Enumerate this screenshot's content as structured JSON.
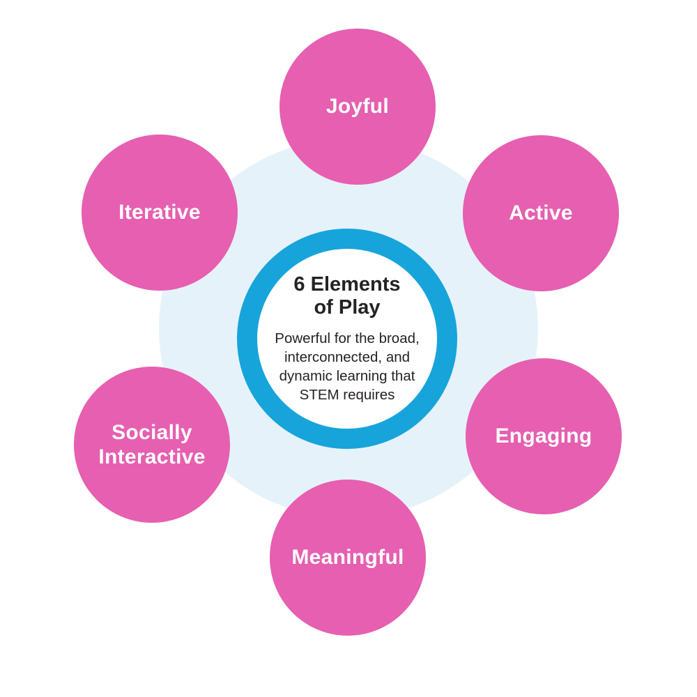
{
  "diagram": {
    "center": {
      "title": "6 Elements\nof Play",
      "description": "Powerful for the broad,\ninterconnected, and\ndynamic learning that\nSTEM requires"
    },
    "elements": [
      {
        "label": "Joyful"
      },
      {
        "label": "Active"
      },
      {
        "label": "Engaging"
      },
      {
        "label": "Meaningful"
      },
      {
        "label": "Socially\nInteractive"
      },
      {
        "label": "Iterative"
      }
    ],
    "colors": {
      "element_fill": "#E65FB0",
      "element_text": "#FFFFFF",
      "ring": "#16A4DB",
      "halo": "#E6F2FA",
      "center_text": "#262224",
      "background": "#FFFFFF"
    }
  }
}
